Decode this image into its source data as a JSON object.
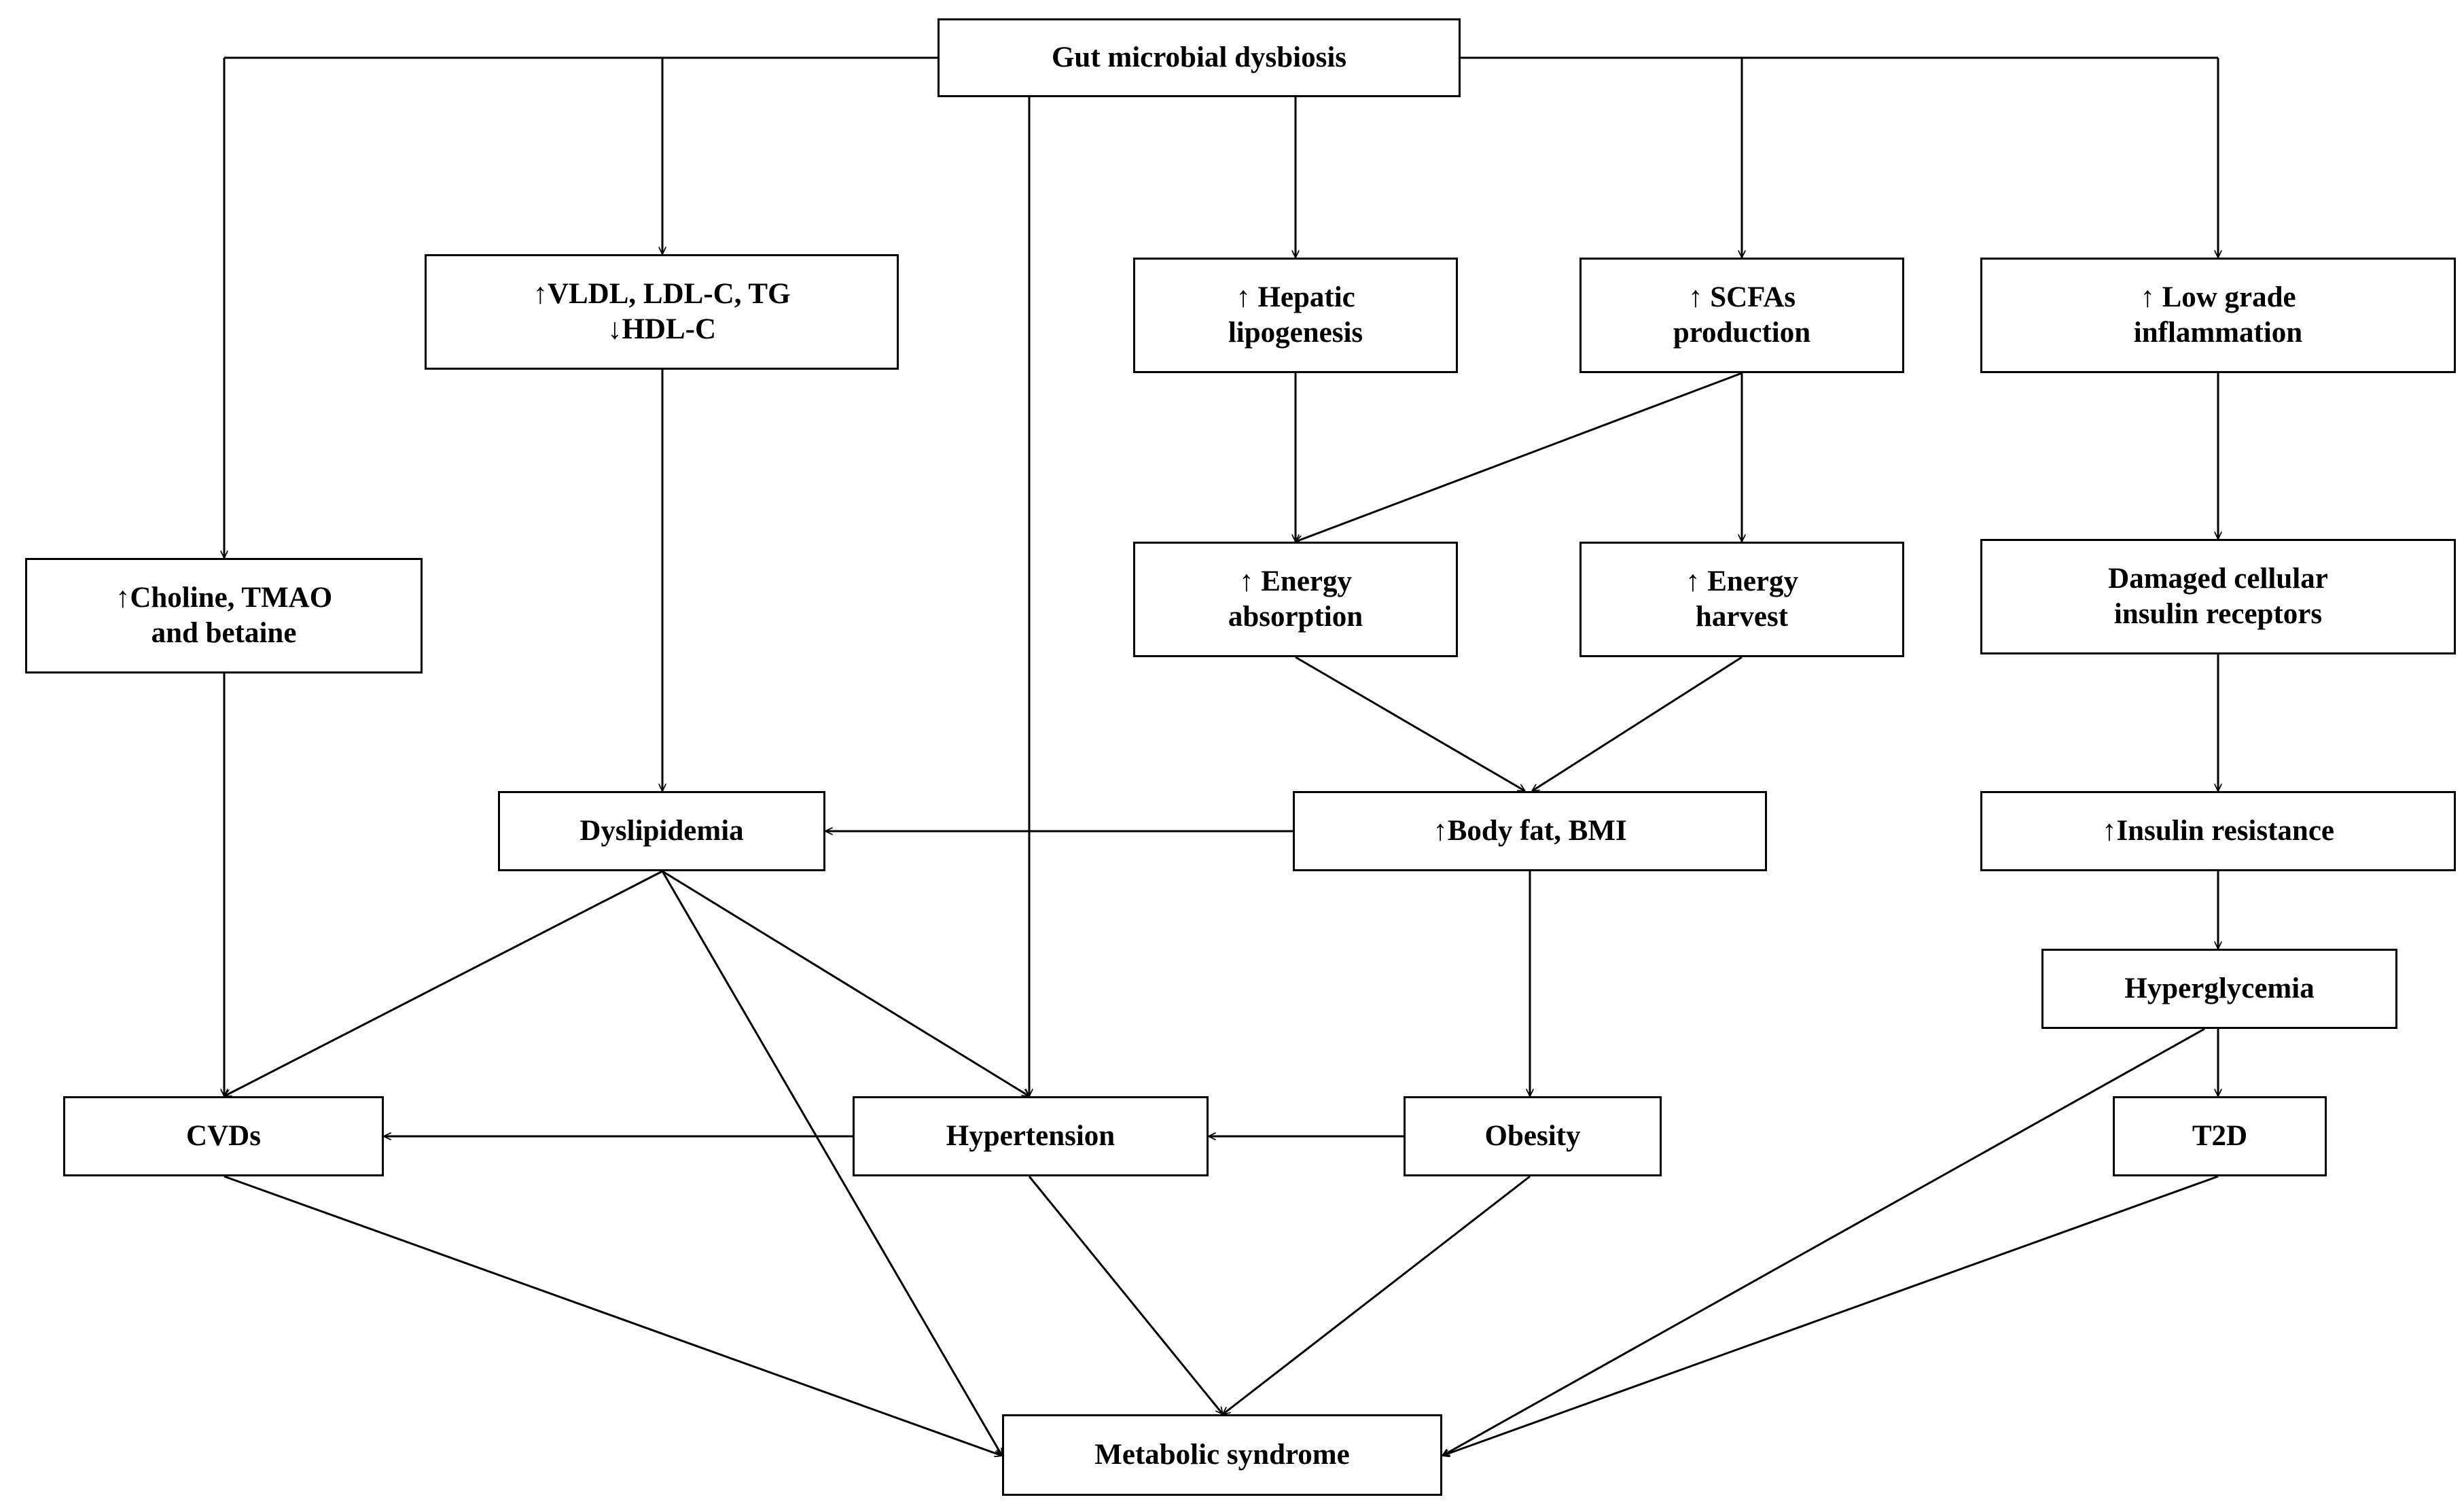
{
  "nodes": {
    "dysbiosis": [
      "Gut microbial dysbiosis"
    ],
    "lipids": [
      "↑VLDL,  LDL-C, TG",
      "↓HDL-C"
    ],
    "hepatic": [
      "↑ Hepatic",
      "lipogenesis"
    ],
    "scfa": [
      "↑ SCFAs",
      "production"
    ],
    "inflammation": [
      "↑ Low grade",
      "inflammation"
    ],
    "choline": [
      "↑Choline, TMAO",
      "and betaine"
    ],
    "absorption": [
      "↑ Energy",
      "absorption"
    ],
    "harvest": [
      "↑ Energy",
      "harvest"
    ],
    "receptors": [
      "Damaged cellular",
      "insulin receptors"
    ],
    "dyslipidemia": [
      "Dyslipidemia"
    ],
    "bodyfat": [
      "↑Body fat, BMI"
    ],
    "insulin_resistance": [
      "↑Insulin resistance"
    ],
    "hyperglycemia": [
      "Hyperglycemia"
    ],
    "cvds": [
      "CVDs"
    ],
    "hypertension": [
      "Hypertension"
    ],
    "obesity": [
      "Obesity"
    ],
    "t2d": [
      "T2D"
    ],
    "metabolic": [
      "Metabolic syndrome"
    ]
  },
  "edges": [
    [
      "dysbiosis",
      "lipids"
    ],
    [
      "dysbiosis",
      "hepatic"
    ],
    [
      "dysbiosis",
      "scfa"
    ],
    [
      "dysbiosis",
      "inflammation"
    ],
    [
      "dysbiosis",
      "choline"
    ],
    [
      "dysbiosis",
      "hypertension"
    ],
    [
      "lipids",
      "dyslipidemia"
    ],
    [
      "hepatic",
      "absorption"
    ],
    [
      "scfa",
      "absorption"
    ],
    [
      "scfa",
      "harvest"
    ],
    [
      "inflammation",
      "receptors"
    ],
    [
      "receptors",
      "insulin_resistance"
    ],
    [
      "insulin_resistance",
      "hyperglycemia"
    ],
    [
      "hyperglycemia",
      "t2d"
    ],
    [
      "hyperglycemia",
      "metabolic"
    ],
    [
      "absorption",
      "bodyfat"
    ],
    [
      "harvest",
      "bodyfat"
    ],
    [
      "bodyfat",
      "dyslipidemia"
    ],
    [
      "bodyfat",
      "obesity"
    ],
    [
      "choline",
      "cvds"
    ],
    [
      "dyslipidemia",
      "cvds"
    ],
    [
      "dyslipidemia",
      "hypertension"
    ],
    [
      "dyslipidemia",
      "metabolic"
    ],
    [
      "hypertension",
      "cvds"
    ],
    [
      "obesity",
      "hypertension"
    ],
    [
      "cvds",
      "metabolic"
    ],
    [
      "hypertension",
      "metabolic"
    ],
    [
      "obesity",
      "metabolic"
    ],
    [
      "t2d",
      "metabolic"
    ]
  ]
}
